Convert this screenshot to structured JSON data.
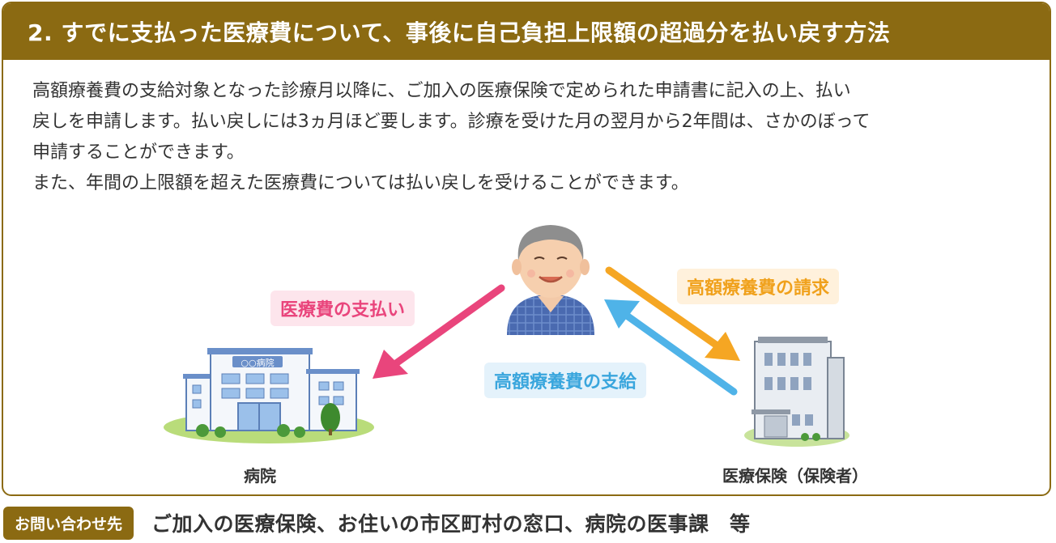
{
  "header": {
    "title": "2. すでに支払った医療費について、事後に自己負担上限額の超過分を払い戻す方法"
  },
  "body": {
    "lines": [
      "高額療養費の支給対象となった診療月以降に、ご加入の医療保険で定められた申請書に記入の上、払い",
      "戻しを申請します。払い戻しには3ヵ月ほど要します。診療を受けた月の翌月から2年間は、さかのぼって",
      "申請することができます。",
      "また、年間の上限額を超えた医療費については払い戻しを受けることができます。"
    ]
  },
  "diagram": {
    "label_payment": "医療費の支払い",
    "label_claim": "高額療養費の請求",
    "label_benefit": "高額療養費の支給",
    "hospital_sign": "○○病院",
    "caption_hospital": "病院",
    "caption_insurer": "医療保険（保険者）",
    "colors": {
      "payment": "#e9457c",
      "claim": "#f5a623",
      "benefit": "#4fb3e8",
      "accent": "#8b6a12"
    },
    "icons": [
      "elderly-man-icon",
      "hospital-building-icon",
      "insurer-building-icon"
    ]
  },
  "footer": {
    "badge": "お問い合わせ先",
    "contact": "ご加入の医療保険、お住いの市区町村の窓口、病院の医事課　等"
  }
}
